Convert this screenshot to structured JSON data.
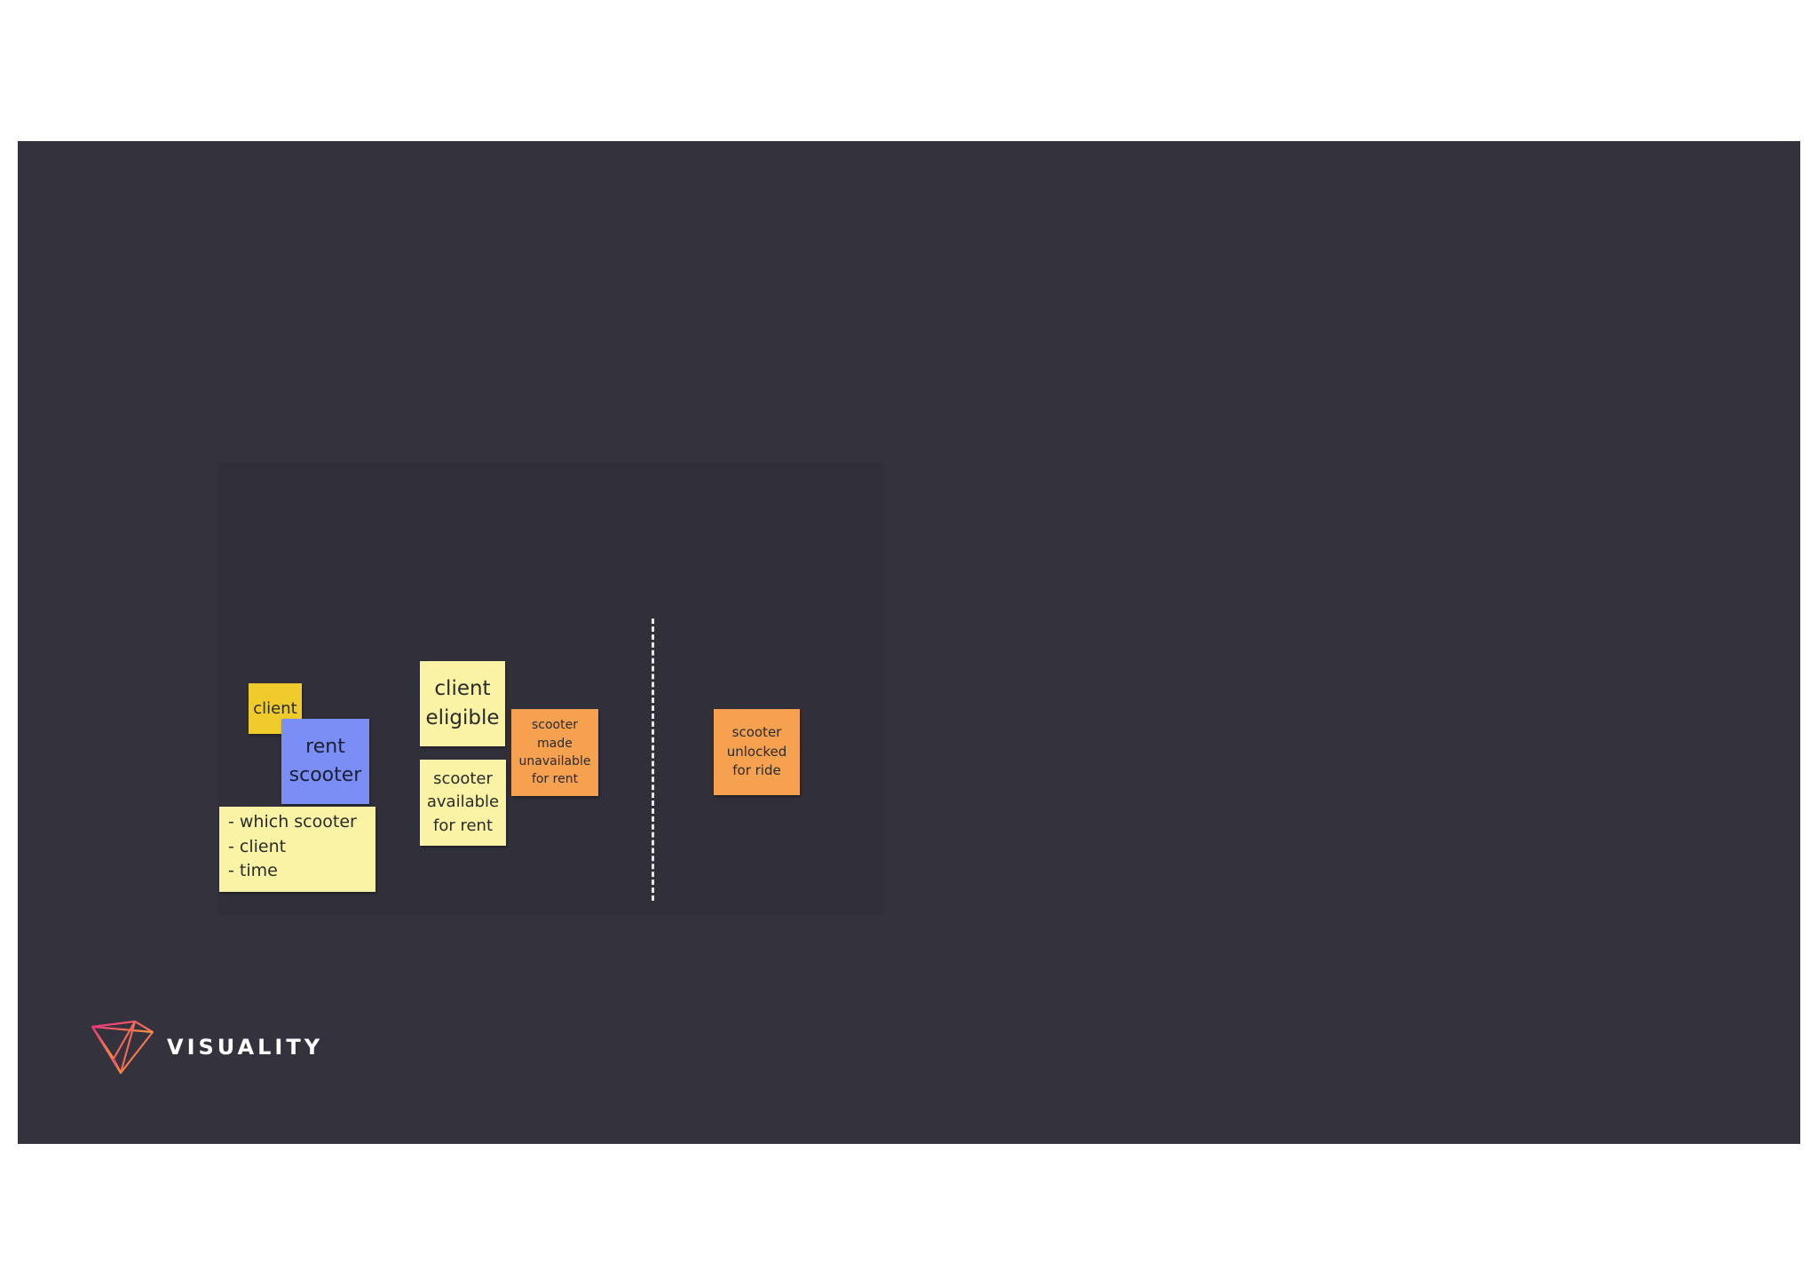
{
  "board": {
    "notes": {
      "client": "client",
      "rent_scooter": "rent\nscooter",
      "params": "- which scooter\n- client\n- time",
      "client_eligible": "client\neligible",
      "scooter_available": "scooter\navailable\nfor rent",
      "scooter_unavailable": "scooter\nmade\nunavailable\nfor rent",
      "scooter_unlocked": "scooter\nunlocked\nfor ride"
    }
  },
  "brand": {
    "name": "VISUALITY",
    "logo_icon": "visuality-logo-icon"
  },
  "colors": {
    "background": "#33323d",
    "sticky_yellow_light": "#faf3a6",
    "sticky_yellow_strong": "#efcb2b",
    "sticky_blue": "#7b8ef5",
    "sticky_orange": "#f6a14f"
  }
}
